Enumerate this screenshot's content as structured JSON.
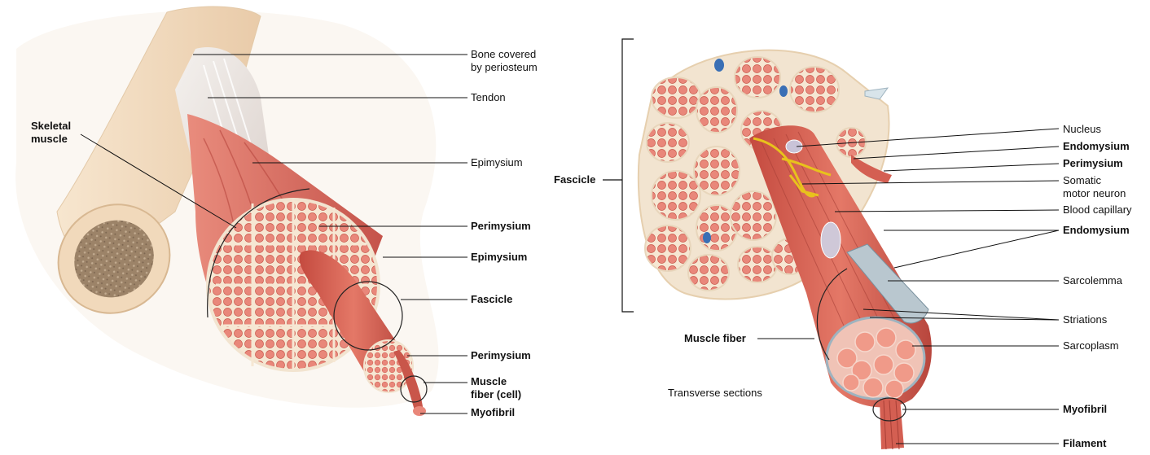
{
  "left_panel": {
    "labels": {
      "bone": "Bone covered\nby periosteum",
      "tendon": "Tendon",
      "epimysium_top": "Epimysium",
      "skeletal_muscle": "Skeletal\nmuscle",
      "perimysium_1": "Perimysium",
      "epimysium_2": "Epimysium",
      "fascicle": "Fascicle",
      "perimysium_2": "Perimysium",
      "muscle_fiber_cell": "Muscle\nfiber (cell)",
      "myofibril": "Myofibril"
    }
  },
  "right_panel": {
    "labels": {
      "fascicle": "Fascicle",
      "nucleus": "Nucleus",
      "endomysium_1": "Endomysium",
      "perimysium": "Perimysium",
      "somatic_motor_neuron": "Somatic\nmotor neuron",
      "blood_capillary": "Blood capillary",
      "endomysium_2": "Endomysium",
      "sarcolemma": "Sarcolemma",
      "striations": "Striations",
      "sarcoplasm": "Sarcoplasm",
      "muscle_fiber": "Muscle fiber",
      "transverse_sections": "Transverse sections",
      "myofibril": "Myofibril",
      "filament": "Filament"
    }
  },
  "colors": {
    "muscle": "#d9665a",
    "muscle_dark": "#b8463d",
    "fiber_light": "#f0a093",
    "connective": "#f2e4d0",
    "bone": "#f3dcc2",
    "marrow": "#a38a6e",
    "nerve": "#e8c21c",
    "sheath": "#9eb3bf"
  }
}
